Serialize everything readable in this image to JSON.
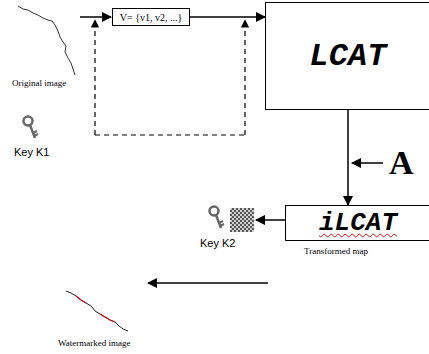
{
  "diagram": {
    "nodes": [
      {
        "text": [
          "V= {v1, v2, ...}"
        ]
      },
      {
        "text": [
          "LCAT"
        ]
      },
      {
        "text": [
          "iLCAT",
          "Transformed map"
        ]
      }
    ],
    "edges": [
      {
        "from": 0,
        "to": 1,
        "arrow": "to"
      },
      {
        "from": 1,
        "to": 2,
        "arrow": "to"
      }
    ],
    "labels": [
      "Original image",
      "Key K1",
      "A",
      "Key K2",
      "Watermarked image"
    ]
  }
}
